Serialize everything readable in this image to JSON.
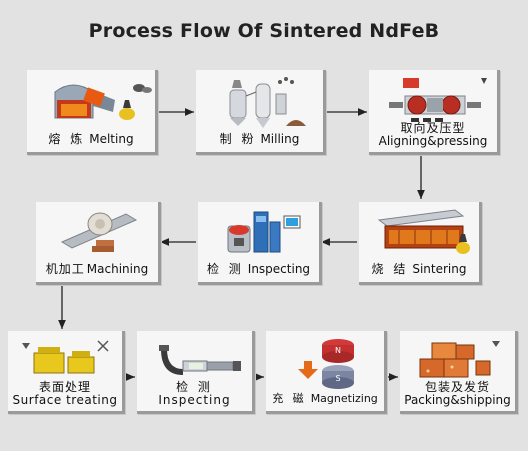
{
  "title": "Process Flow Of Sintered NdFeB",
  "steps": [
    {
      "zh": "熔 炼",
      "en": "Melting"
    },
    {
      "zh": "制 粉",
      "en": "Milling"
    },
    {
      "zh": "取向及压型",
      "en": "Aligning&pressing"
    },
    {
      "zh": "烧 结",
      "en": "Sintering"
    },
    {
      "zh": "检 测",
      "en": "Inspecting"
    },
    {
      "zh": "机加工",
      "en": "Machining"
    },
    {
      "zh": "表面处理",
      "en": "Surface treating"
    },
    {
      "zh": "检 测",
      "en": "Inspecting"
    },
    {
      "zh": "充 磁",
      "en": "Magnetizing"
    },
    {
      "zh": "包装及发货",
      "en": "Packing&shipping"
    }
  ],
  "magnet_poles": {
    "north": "N",
    "south": "S"
  }
}
